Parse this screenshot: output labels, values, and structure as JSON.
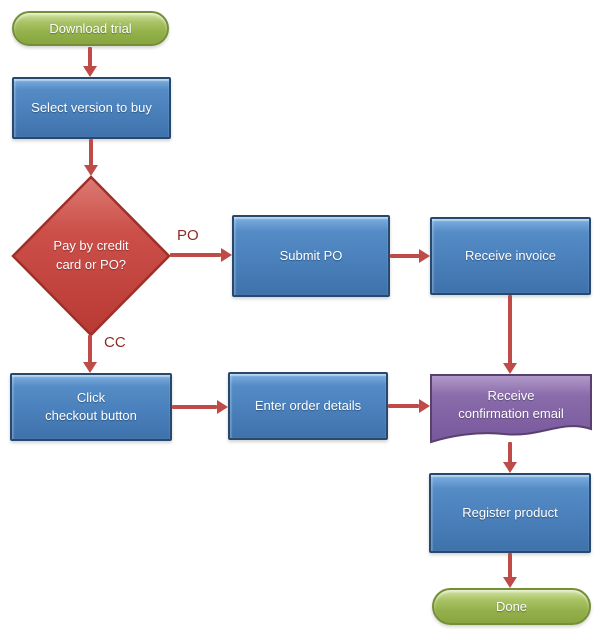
{
  "diagram": {
    "type": "flowchart",
    "background": "#ffffff",
    "nodes": [
      {
        "id": "download-trial",
        "shape": "terminator",
        "label": "Download trial",
        "fill": "#9BBB59"
      },
      {
        "id": "select-version",
        "shape": "process",
        "label": "Select version to buy",
        "fill": "#4E81BD"
      },
      {
        "id": "pay-decision",
        "shape": "decision",
        "label": "Pay by credit\ncard or PO?",
        "fill": "#C0504D"
      },
      {
        "id": "submit-po",
        "shape": "process",
        "label": "Submit PO",
        "fill": "#4E81BD"
      },
      {
        "id": "receive-invoice",
        "shape": "process",
        "label": "Receive invoice",
        "fill": "#4E81BD"
      },
      {
        "id": "click-checkout",
        "shape": "process",
        "label": "Click\ncheckout button",
        "fill": "#4E81BD"
      },
      {
        "id": "enter-order-details",
        "shape": "process",
        "label": "Enter order details",
        "fill": "#4E81BD"
      },
      {
        "id": "receive-confirmation",
        "shape": "document",
        "label": "Receive\nconfirmation email",
        "fill": "#8064A2"
      },
      {
        "id": "register-product",
        "shape": "process",
        "label": "Register product",
        "fill": "#4E81BD"
      },
      {
        "id": "done",
        "shape": "terminator",
        "label": "Done",
        "fill": "#9BBB59"
      }
    ],
    "edges": [
      {
        "from": "download-trial",
        "to": "select-version",
        "label": ""
      },
      {
        "from": "select-version",
        "to": "pay-decision",
        "label": ""
      },
      {
        "from": "pay-decision",
        "to": "submit-po",
        "label": "PO"
      },
      {
        "from": "submit-po",
        "to": "receive-invoice",
        "label": ""
      },
      {
        "from": "receive-invoice",
        "to": "receive-confirmation",
        "label": ""
      },
      {
        "from": "pay-decision",
        "to": "click-checkout",
        "label": "CC"
      },
      {
        "from": "click-checkout",
        "to": "enter-order-details",
        "label": ""
      },
      {
        "from": "enter-order-details",
        "to": "receive-confirmation",
        "label": ""
      },
      {
        "from": "receive-confirmation",
        "to": "register-product",
        "label": ""
      },
      {
        "from": "register-product",
        "to": "done",
        "label": ""
      }
    ],
    "edge_labels": {
      "po": "PO",
      "cc": "CC"
    },
    "colors": {
      "arrow": "#BE4B48",
      "process_fill": "#4E81BD",
      "decision_fill": "#C0504D",
      "terminator_fill": "#9BBB59",
      "document_fill": "#8064A2",
      "edge_label_text": "#8E2B24",
      "node_text": "#FFFFFF"
    }
  }
}
